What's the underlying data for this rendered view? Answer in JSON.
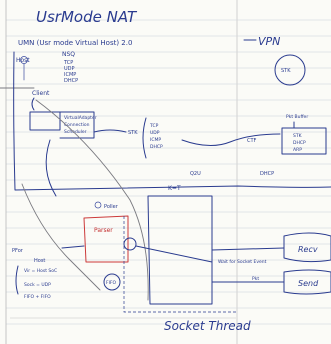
{
  "page": {
    "title": "UsrMode NAT",
    "subtitle": "UMN (Usr mode Virtual Host) 2.0",
    "right_title": "VPN",
    "footer_note": "Socket Thread"
  },
  "blocks": {
    "host_label": "Host",
    "nsq_label": "NSQ",
    "nsq_list": [
      "TCP",
      "UDP",
      "ICMP",
      "DHCP"
    ],
    "client_label": "Client",
    "adapter": [
      "VirtualAdapter",
      "Connection",
      "Scheduler"
    ],
    "stack_label": "STK",
    "stack_list": [
      "TCP",
      "UDP",
      "ICMP",
      "DHCP"
    ],
    "circle_label": "STK",
    "right_box": [
      "STK",
      "DHCP",
      "ARP"
    ],
    "right_top_label": "Pkt Buffer",
    "right_ctf": "CTF",
    "right_bottom": "DHCP",
    "q2u": "Q2U",
    "poller": "Poller",
    "parser": "Parser",
    "thread_label": "K=T",
    "wait_label": "Wait for Socket Event",
    "fifo_label": "FIFO",
    "recv": "Recv",
    "send": "Send",
    "pkt_label": "Pkt",
    "left_note": [
      "PFor",
      "Host",
      "Vir = Host SoC",
      "Sock = UDP",
      "FIFO + FIFO"
    ]
  },
  "colors": {
    "ink": "#2a3b8f",
    "red": "#cc3a3a",
    "grey": "#7a7a80",
    "paper": "#fbfbf7"
  }
}
